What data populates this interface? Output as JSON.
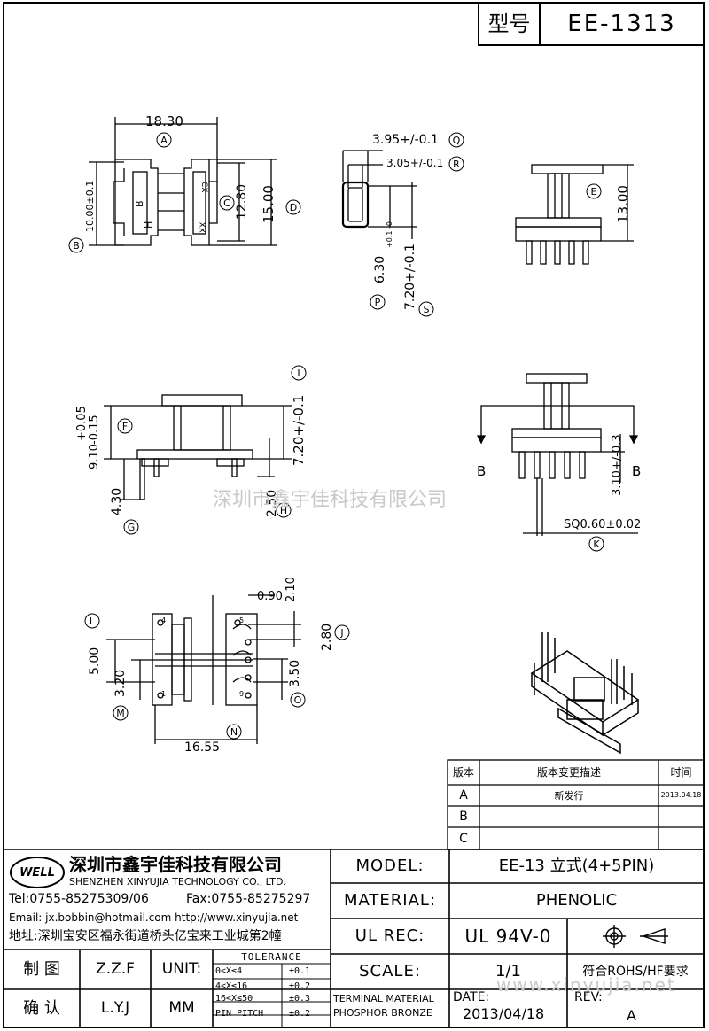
{
  "header": {
    "model_label": "型号",
    "model_value": "EE-1313"
  },
  "drawing": {
    "top_view": {
      "a_dim": "18.30",
      "a_tag": "A",
      "b_dim": "10.00±0.1",
      "b_tag": "B",
      "c_dim": "12.80",
      "c_tag": "C",
      "d_dim": "15.00",
      "d_tag": "D",
      "slot_left": "H",
      "slot_letter": "B",
      "slot_right_1": "XX",
      "slot_right_2": "CX"
    },
    "section": {
      "q_dim": "3.95+/-0.1",
      "q_tag": "Q",
      "r_dim": "3.05+/-0.1",
      "r_tag": "R",
      "p_dim": "6.30",
      "p_tol": "+0.1 -0",
      "p_tag": "P",
      "s_dim": "7.20+/-0.1",
      "s_tag": "S"
    },
    "side_right": {
      "e_dim": "13.00",
      "e_tag": "E"
    },
    "front_view": {
      "f_dim": "9.10",
      "f_tol_plus": "+0.05",
      "f_tol_minus": "-0.15",
      "f_tag": "F",
      "i_dim": "7.20+/-0.1",
      "i_tag": "I",
      "g_dim": "4.30",
      "g_tag": "G",
      "h_dim": "2.50",
      "h_tag": "H"
    },
    "side_pins": {
      "section_left": "B",
      "section_right": "B",
      "pin_len": "3.10+/-0.3",
      "pin_sq": "SQ0.60±0.02",
      "k_tag": "K"
    },
    "bottom_view": {
      "l_tag": "L",
      "l_dim": "5.00",
      "m_tag": "M",
      "m_dim": "3.20",
      "n_dim": "16.55",
      "n_tag": "N",
      "dim_090": "0.90",
      "dim_210": "2.10",
      "j_dim": "2.80",
      "j_tag": "J",
      "o_dim": "3.50",
      "o_tag": "O",
      "pin_4": "4",
      "pin_1": "1",
      "pin_5": "5",
      "pin_9": "9"
    }
  },
  "watermark": {
    "company": "深圳市鑫宇佳科技有限公司",
    "url": "www.xinyujia.net"
  },
  "revision_table": {
    "headers": [
      "版本",
      "版本变更描述",
      "时间"
    ],
    "rows": [
      {
        "rev": "A",
        "desc": "新发行",
        "date": "2013.04.18"
      },
      {
        "rev": "B",
        "desc": "",
        "date": ""
      },
      {
        "rev": "C",
        "desc": "",
        "date": ""
      }
    ]
  },
  "company": {
    "logo": "WELL",
    "name_cn": "深圳市鑫宇佳科技有限公司",
    "name_en": "SHENZHEN XINYUJIA TECHNOLOGY CO., LTD.",
    "tel": "Tel:0755-85275309/06",
    "fax": "Fax:0755-85275297",
    "email": "Email: jx.bobbin@hotmail.com http://www.xinyujia.net",
    "address": "地址:深圳宝安区福永街道桥头亿宝来工业城第2幢"
  },
  "title_block": {
    "model_label": "MODEL:",
    "model_value": "EE-13 立式(4+5PIN)",
    "material_label": "MATERIAL:",
    "material_value": "PHENOLIC",
    "ul_label": "UL REC:",
    "ul_value": "UL 94V-0",
    "scale_label": "SCALE:",
    "scale_value": "1/1",
    "rohs": "符合ROHS/HF要求",
    "terminal_1": "TERMINAL MATERIAL",
    "terminal_2": "PHOSPHOR BRONZE",
    "date_label": "DATE:",
    "date_value": "2013/04/18",
    "rev_label": "REV:",
    "rev_value": "A",
    "draw_label": "制 图",
    "draw_value": "Z.Z.F",
    "check_label": "确 认",
    "check_value": "L.Y.J",
    "unit_label": "UNIT:",
    "unit_value": "MM",
    "tolerance_title": "TOLERANCE",
    "tolerances": [
      {
        "range": "0<X≤4",
        "tol": "±0.1"
      },
      {
        "range": "4<X≤16",
        "tol": "±0.2"
      },
      {
        "range": "16<X≤50",
        "tol": "±0.3"
      },
      {
        "range": "PIN PITCH",
        "tol": "±0.2"
      }
    ]
  }
}
